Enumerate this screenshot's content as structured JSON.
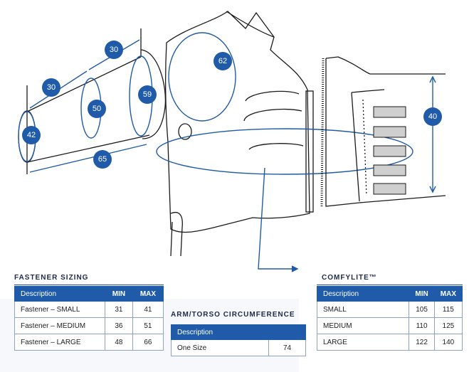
{
  "diagram": {
    "badges": {
      "b42": "42",
      "b30a": "30",
      "b30b": "30",
      "b50": "50",
      "b59": "59",
      "b65": "65",
      "b62": "62",
      "b40": "40"
    },
    "accent_color": "#1f5ba8"
  },
  "fastener": {
    "title": "FASTENER SIZING",
    "headers": [
      "Description",
      "MIN",
      "MAX"
    ],
    "rows": [
      {
        "desc": "Fastener – SMALL",
        "min": "31",
        "max": "41"
      },
      {
        "desc": "Fastener – MEDIUM",
        "min": "36",
        "max": "51"
      },
      {
        "desc": "Fastener – LARGE",
        "min": "48",
        "max": "66"
      }
    ]
  },
  "armtorso": {
    "title": "ARM/TORSO CIRCUMFERENCE",
    "header": "Description",
    "row": {
      "desc": "One Size",
      "value": "74"
    }
  },
  "comfylite": {
    "title": "COMFYLITE™",
    "headers": [
      "Description",
      "MIN",
      "MAX"
    ],
    "rows": [
      {
        "desc": "SMALL",
        "min": "105",
        "max": "115"
      },
      {
        "desc": "MEDIUM",
        "min": "110",
        "max": "125"
      },
      {
        "desc": "LARGE",
        "min": "122",
        "max": "140"
      }
    ]
  }
}
